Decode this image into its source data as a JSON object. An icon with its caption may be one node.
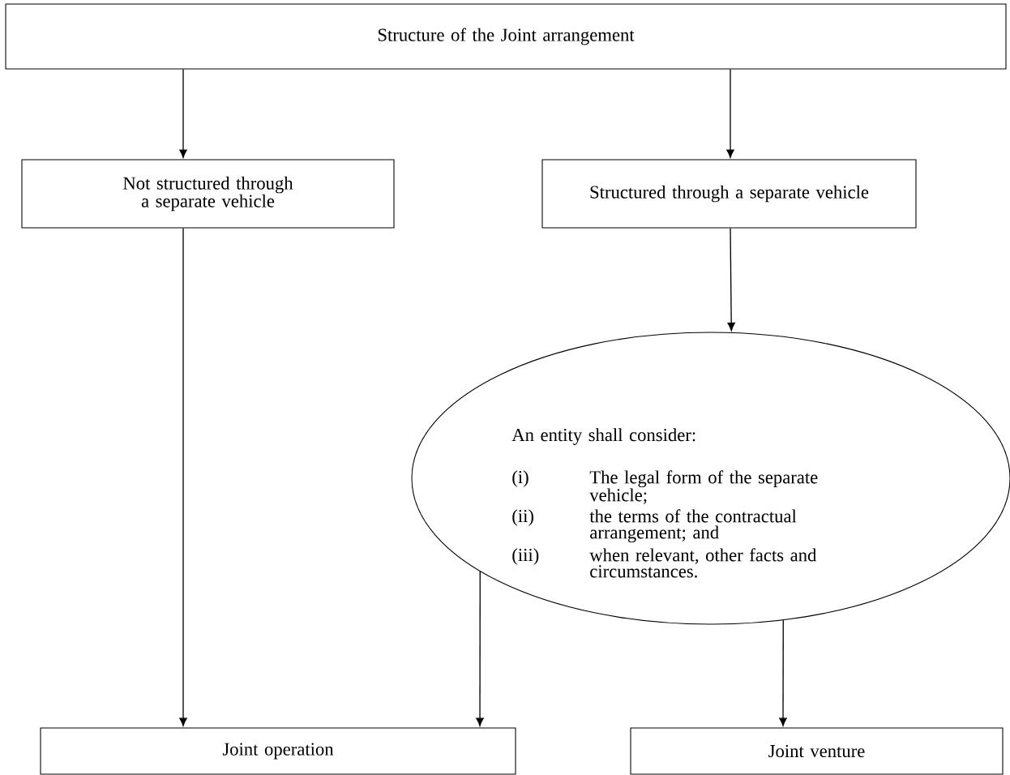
{
  "diagram": {
    "nodes": [
      {
        "text": [
          "Structure of the Joint arrangement"
        ]
      },
      {
        "text": [
          "Not structured through a separate vehicle"
        ]
      },
      {
        "text": [
          "Structured through a separate vehicle"
        ]
      },
      {
        "text": [
          "An entity shall consider:",
          "(i)",
          "The legal form of the separate vehicle;",
          "(ii)",
          "the terms of the contractual arrangement; and",
          "(iii)",
          "when relevant, other facts and circumstances."
        ]
      },
      {
        "text": [
          "Joint operation"
        ]
      },
      {
        "text": [
          "Joint venture"
        ]
      }
    ],
    "edges": [
      {
        "from": 0,
        "to": 1,
        "arrow": "to"
      },
      {
        "from": 0,
        "to": 2,
        "arrow": "to"
      },
      {
        "from": 2,
        "to": 3,
        "arrow": "to"
      },
      {
        "from": 1,
        "to": 4,
        "arrow": "to"
      },
      {
        "from": 3,
        "to": 4,
        "arrow": "to"
      },
      {
        "from": 3,
        "to": 5,
        "arrow": "to"
      }
    ]
  }
}
